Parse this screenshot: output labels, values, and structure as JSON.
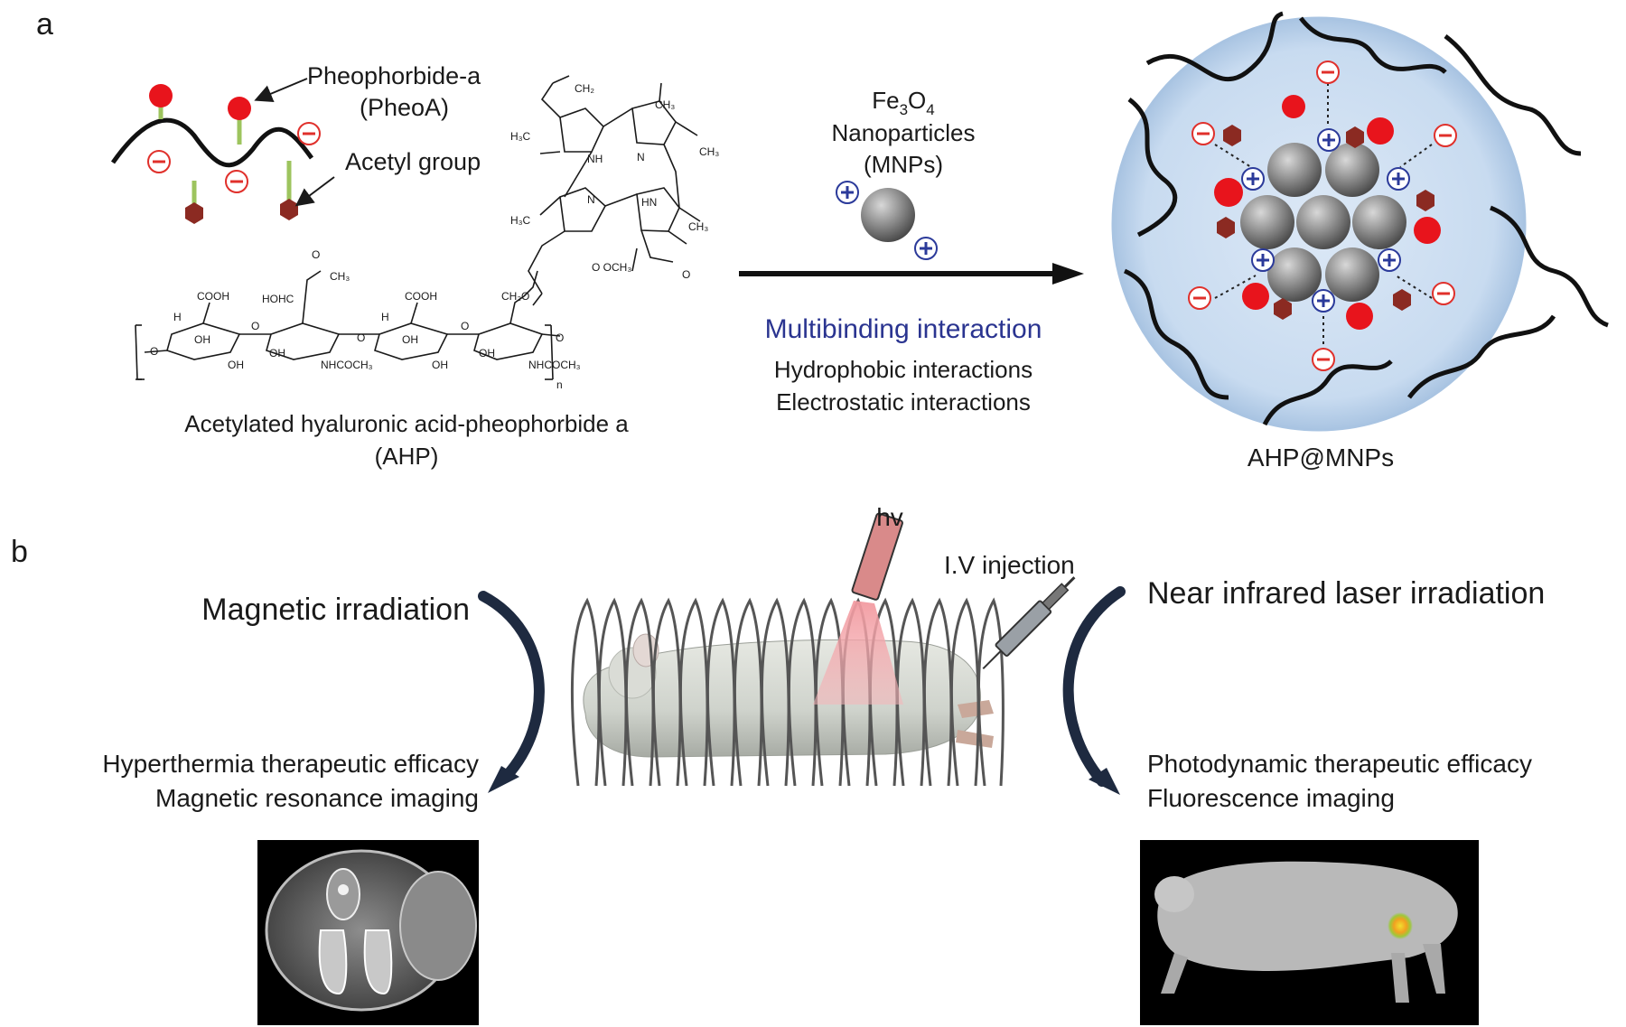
{
  "panel_a": {
    "label": "a",
    "pheophorbide_label": "Pheophorbide-a",
    "pheoa_label": "(PheoA)",
    "acetyl_label": "Acetyl group",
    "ahp_label_line1": "Acetylated hyaluronic acid-pheophorbide a",
    "ahp_label_line2": "(AHP)",
    "fe3o4_prefix": "Fe",
    "fe3o4_sub1": "3",
    "fe3o4_mid": "O",
    "fe3o4_sub2": "4",
    "nanoparticles_label": "Nanoparticles",
    "mnps_label": "(MNPs)",
    "multibinding_label": "Multibinding interaction",
    "hydrophobic_label": "Hydrophobic interactions",
    "electrostatic_label": "Electrostatic interactions",
    "product_label": "AHP@MNPs",
    "chem": {
      "ch2": "CH₂",
      "ch3_a": "CH₃",
      "ch3_b": "CH₃",
      "h3c_a": "H₃C",
      "h3c_b": "H₃C",
      "nh": "NH",
      "n_a": "N",
      "n_b": "N",
      "hn": "HN",
      "ch3_c": "CH₃",
      "o_ketone": "O",
      "ester": "O    OCH₃",
      "cooh1": "COOH",
      "cooh2": "COOH",
      "hohc": "HOHC",
      "ch2o": "CH₂O",
      "oh1": "OH",
      "oh2": "OH",
      "oh3": "OH",
      "oh4": "OH",
      "oh5": "OH",
      "oh6": "OH",
      "nhcoch3_1": "NHCOCH₃",
      "nhcoch3_2": "NHCOCH₃",
      "h1": "H",
      "h2": "H",
      "o1": "O",
      "o2": "O",
      "o3": "O",
      "o4": "O",
      "o5": "O",
      "o_acetyl": "O",
      "ch3_acetyl": "CH₃",
      "n_sub": "n"
    }
  },
  "panel_b": {
    "label": "b",
    "magnetic_label": "Magnetic irradiation",
    "hyperthermia_label": "Hyperthermia therapeutic efficacy",
    "mri_label": "Magnetic resonance imaging",
    "hv_label": "hv",
    "iv_label": "I.V injection",
    "nir_label": "Near infrared laser irradiation",
    "photodynamic_label": "Photodynamic therapeutic efficacy",
    "fluorescence_label": "Fluorescence imaging"
  },
  "colors": {
    "pheo_red": "#e8141c",
    "acetyl_brown": "#8b2a22",
    "linker_green": "#9dc45e",
    "minus_red": "#e0302b",
    "plus_blue": "#2b3a9a",
    "particle_gray": "#7d7d7d",
    "multibinding_blue": "#2a3490",
    "sphere_blue": "#cfe0f2"
  }
}
